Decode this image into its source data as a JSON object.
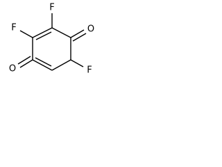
{
  "molecule": {
    "atoms": [
      {
        "id": "f-top",
        "symbol": "F"
      },
      {
        "id": "f-left",
        "symbol": "F"
      },
      {
        "id": "o-right",
        "symbol": "O"
      },
      {
        "id": "o-left",
        "symbol": "O"
      },
      {
        "id": "f-bottom-right",
        "symbol": "F"
      }
    ],
    "colors": {
      "bond": "#000000",
      "label": "#000000",
      "background": "#ffffff"
    }
  }
}
